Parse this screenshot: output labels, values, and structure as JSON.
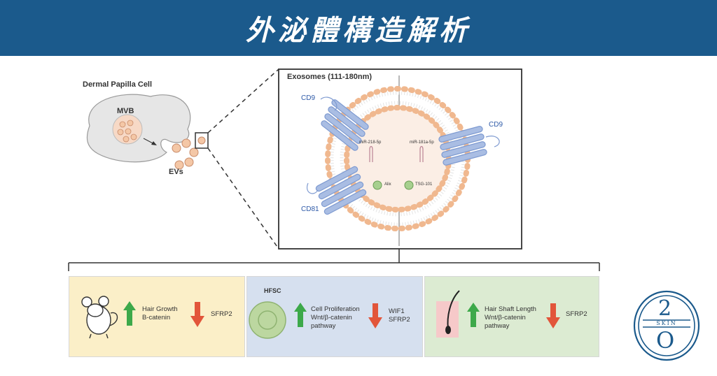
{
  "banner": {
    "title": "外泌體構造解析"
  },
  "left": {
    "title": "Dermal Papilla Cell",
    "mvb": "MVB",
    "evs": "EVs"
  },
  "exosome": {
    "title": "Exosomes (111-180nm)",
    "cd9_left": "CD9",
    "cd9_right": "CD9",
    "cd81": "CD81",
    "mir_left": "miR-218-5p",
    "mir_right": "miR-181a-5p",
    "alix": "Alix",
    "tsg": "TSG-101"
  },
  "panels": [
    {
      "up": "Hair Growth\nB-catenin",
      "down": "SFRP2",
      "color": "#fbefc8"
    },
    {
      "tag": "HFSC",
      "up": "Cell Proliferation\nWnt/β-catenin\npathway",
      "down": "WIF1\nSFRP2",
      "color": "#d6e0ef"
    },
    {
      "up": "Hair Shaft Length\nWnt/β-catenin\npathway",
      "down": "SFRP2",
      "color": "#dcebd2"
    }
  ],
  "logo": {
    "top": "2",
    "mid": "SKIN",
    "bottom": "O"
  },
  "colors": {
    "banner": "#1b5a8c",
    "up_arrow": "#3da94a",
    "down_arrow": "#e2553a",
    "protein": "#9db4de",
    "bead": "#f4c7a6"
  }
}
